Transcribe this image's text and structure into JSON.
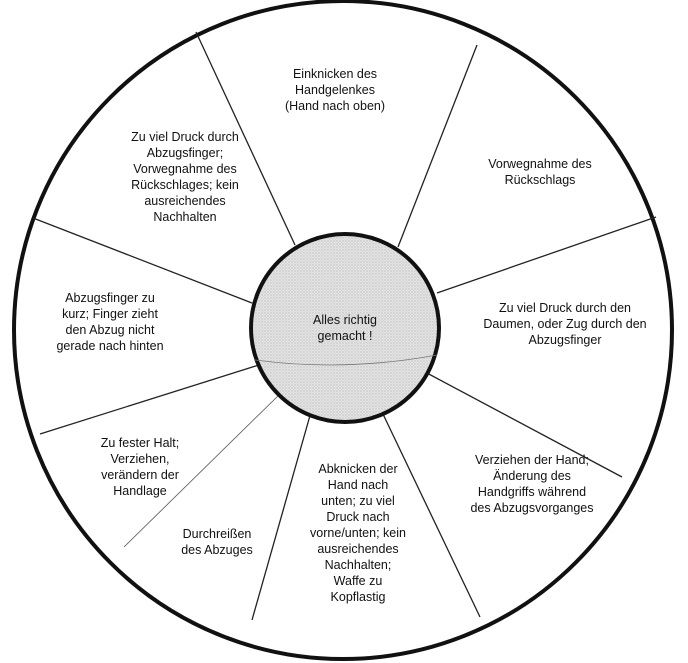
{
  "center": {
    "label": "Alles richtig\ngemacht !"
  },
  "segments": [
    {
      "id": "top",
      "text": "Einknicken des\nHandgelenkes\n(Hand nach oben)"
    },
    {
      "id": "upper-right",
      "text": "Vorwegnahme des\nRückschlags"
    },
    {
      "id": "right",
      "text": "Zu  viel Druck durch den\nDaumen, oder Zug durch den\nAbzugsfinger"
    },
    {
      "id": "lower-right",
      "text": "Verziehen der Hand;\nÄnderung des\nHandgriffs während\ndes Abzugsvorganges"
    },
    {
      "id": "bottom",
      "text": "Abknicken der\nHand nach\nunten; zu viel\nDruck nach\nvorne/unten; kein\nausreichendes\nNachhalten;\nWaffe zu\nKopflastig"
    },
    {
      "id": "bottom-left",
      "text": "Durchreißen\ndes Abzuges"
    },
    {
      "id": "lower-left",
      "text": "Zu fester Halt;\nVerziehen,\nverändern der\nHandlage"
    },
    {
      "id": "left",
      "text": "Abzugsfinger zu\nkurz; Finger zieht\nden Abzug nicht\ngerade nach hinten"
    },
    {
      "id": "upper-left",
      "text": "Zu viel Druck durch\nAbzugsfinger;\nVorwegnahme des\nRückschlages; kein\nausreichendes\nNachhalten"
    }
  ]
}
